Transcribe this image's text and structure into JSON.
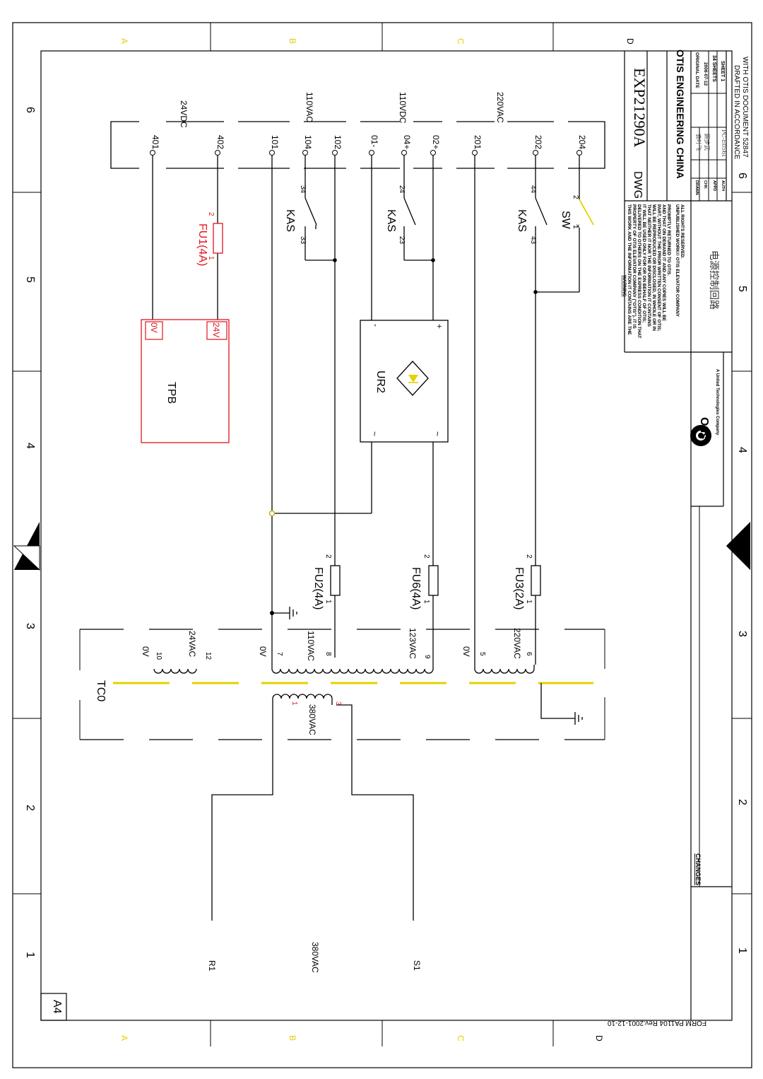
{
  "grid": {
    "top_letters": [
      "A",
      "B",
      "C",
      "D"
    ],
    "bottom_letters": [
      "A",
      "B",
      "C",
      "D"
    ],
    "left_numbers": [
      "6",
      "5",
      "4",
      "3",
      "2",
      "1"
    ],
    "right_numbers": [
      "6",
      "5",
      "4",
      "3",
      "2",
      "1"
    ]
  },
  "sheet_size": "A4",
  "form_note": "FORM PA1104 Rev.2001-12-10",
  "terminals": [
    "401",
    "402",
    "101",
    "104",
    "102",
    "01-",
    "04+",
    "02+",
    "201",
    "202",
    "204"
  ],
  "supply_labels": {
    "v24dc": "24VDC",
    "v110vac": "110VAC",
    "v110vdc": "110VDC",
    "v220vac": "220VAC"
  },
  "contacts": {
    "kas_label": "KAS",
    "kas1": [
      "33",
      "34"
    ],
    "kas2": [
      "23",
      "24"
    ],
    "kas3": [
      "43",
      "44"
    ],
    "sw_label": "SW",
    "sw_pins": [
      "1",
      "2"
    ]
  },
  "fuses": {
    "fu1": "FU1(4A)",
    "fu2": "FU2(4A)",
    "fu6": "FU6(4A)",
    "fu3": "FU3(2A)",
    "pin1": "1",
    "pin2": "2"
  },
  "tpb": {
    "label": "TPB",
    "pin_0v": "0V",
    "pin_24v": "24V"
  },
  "rectifier": {
    "label": "UR2",
    "plus": "+",
    "minus": "-",
    "ac": "~"
  },
  "transformer": {
    "label": "TC0",
    "secondary": [
      {
        "pin_a": "10",
        "pin_b": "12",
        "zero": "0V",
        "volt": "24VAC"
      },
      {
        "pin_a": "7",
        "pin_b": "8",
        "zero": "0V",
        "volt": "110VAC"
      },
      {
        "pin_a": "9",
        "volt": "123VAC"
      },
      {
        "pin_a": "5",
        "pin_b": "6",
        "zero": "0V",
        "volt": "220VAC"
      }
    ],
    "primary": {
      "pin_a": "1",
      "pin_b": "3",
      "volt": "380VAC"
    }
  },
  "inputs": {
    "r": "R1",
    "s": "S1",
    "volt": "380VAC"
  },
  "title_block": {
    "dwg_label": "DWG",
    "dwg_no": "EXP21290A",
    "company": "OTIS ENGINEERING CHINA",
    "warning_title": "WARNING",
    "warning_lines": [
      "THIS WORK AND THE INFORMATION IT CONTAINS ARE THE",
      "PROPERTY OF OTIS ELEVATOR COMPANY (\"OTIS\"). IT IS",
      "DELIVERED TO OTHERS ON THE EXPRESS CONDITION THAT",
      "IT WILL BE USED ONLY FOR OR ON BEHALF OF OTIS;",
      "THAT NEITHER IT NOR THE INFORMATION IT CONTAINS",
      "WILL BE REPRODUCED OR DISCLOSED, IN WHOLE OR IN",
      "PART, WITHOUT THE PRIOR WRITTEN CONSENT OF OTIS;",
      "AND THAT ON DEMAND IT AND ANY COPIES WILL BE",
      "PROMPTLY RETURNED TO OTIS."
    ],
    "copyright_lines": [
      "UNPUBLISHED WORK© OTIS ELEVATOR COMPANY",
      "ALL RIGHTS RESERVED."
    ],
    "drawn_label": "DRAWN",
    "drawn_value": "袁叶飞",
    "chk_label": "CHK",
    "chk_value": "顾步武",
    "appd_label": "APPD",
    "auth_label": "AUTH",
    "auth_value": "PC-E056I",
    "orig_date_label": "ORIGINAL DATE",
    "orig_date": "2006-07-12",
    "sheets": "34 SHEETS",
    "sheet": "SHEET 1",
    "drafted_1": "DRAFTED IN ACCORDANCE",
    "drafted_2": "WITH OTIS DOCUMENT 52847",
    "chinese_title": "电源控制回路",
    "logo_text": "Otis",
    "logo_sub": "A United Technologies Company",
    "changes": "CHANGES"
  },
  "colors": {
    "red": "#e0141e",
    "yellow": "#e6d000",
    "black": "#000000"
  }
}
